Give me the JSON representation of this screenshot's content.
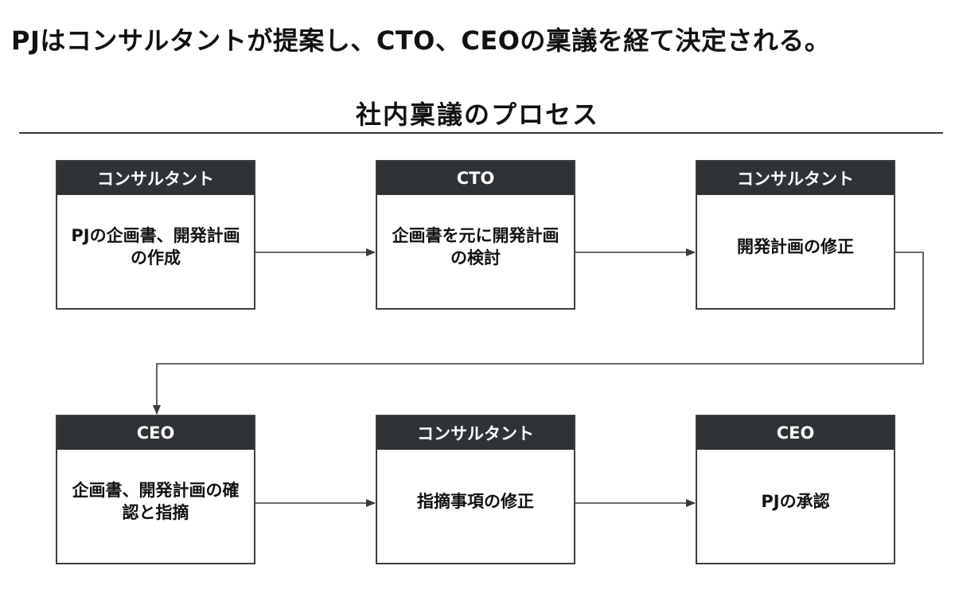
{
  "headline": "PJはコンサルタントが提案し、CTO、CEOの稟議を経て決定される。",
  "section_title": "社内稟議のプロセス",
  "steps": [
    {
      "role": "コンサルタント",
      "task": "PJの企画書、開発計画の作成"
    },
    {
      "role": "CTO",
      "task": "企画書を元に開発計画の検討"
    },
    {
      "role": "コンサルタント",
      "task": "開発計画の修正"
    },
    {
      "role": "CEO",
      "task": "企画書、開発計画の確認と指摘"
    },
    {
      "role": "コンサルタント",
      "task": "指摘事項の修正"
    },
    {
      "role": "CEO",
      "task": "PJの承認"
    }
  ],
  "colors": {
    "header_bg": "#2f3336",
    "border": "#3c3f42",
    "arrow": "#3a3a3a",
    "text": "#111111"
  }
}
